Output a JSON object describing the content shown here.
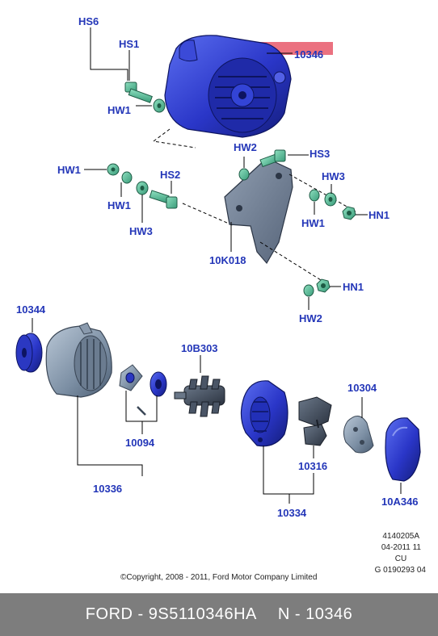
{
  "labels": {
    "hs6": "HS6",
    "hs1": "HS1",
    "l10346": "10346",
    "hw1_top": "HW1",
    "hw2_a": "HW2",
    "hs3": "HS3",
    "hw1_left": "HW1",
    "hs2": "HS2",
    "hw3_a": "HW3",
    "hw1_b": "HW1",
    "hn1_a": "HN1",
    "hw3_b": "HW3",
    "k018": "10K018",
    "hn1_b": "HN1",
    "hw2_b": "HW2",
    "l10344": "10344",
    "b303": "10B303",
    "l10304": "10304",
    "l10094": "10094",
    "l10316": "10316",
    "l10336": "10336",
    "l10334": "10334",
    "a346": "10A346"
  },
  "footnote": {
    "ref": "4140205A",
    "date": "04-2011 11",
    "code": "CU",
    "g": "G 0190293 04",
    "copyright": "©Copyright, 2008 - 2011, Ford Motor Company Limited"
  },
  "footer": {
    "brand_part": "FORD - 9S5110346HA",
    "n_part": "N - 10346"
  },
  "colors": {
    "label": "#2336b8",
    "highlight": "#e8586a",
    "footer_bg": "#7d7d7d"
  }
}
